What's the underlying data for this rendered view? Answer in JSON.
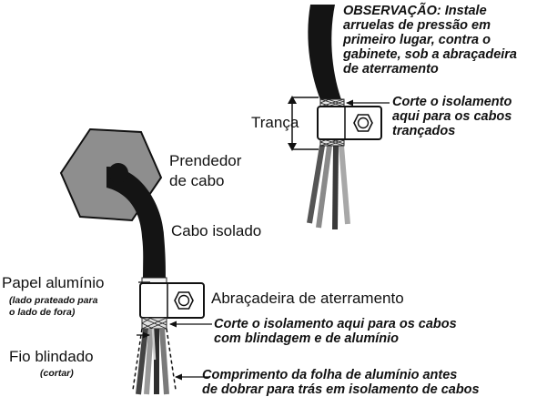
{
  "labels": {
    "observation": [
      "OBSERVAÇÃO: Instale",
      "arruelas de pressão em",
      "primeiro lugar, contra o",
      "gabinete, sob a abraçadeira",
      "de aterramento"
    ],
    "trance": "Trança",
    "cut_braided": [
      "Corte o isolamento",
      "aqui para os cabos",
      "trançados"
    ],
    "cable_holder": [
      "Prendedor",
      "de cabo"
    ],
    "insulated_cable": "Cabo isolado",
    "foil_paper": "Papel alumínio",
    "silver_side_note": [
      "(lado prateado para",
      "o lado de fora)"
    ],
    "ground_clamp": "Abraçadeira de aterramento",
    "cut_shielded": [
      "Corte o isolamento aqui para os cabos",
      "com blindagem e de alumínio"
    ],
    "shield_wire": "Fio blindado",
    "cut_note": "(cortar)",
    "foil_length": [
      "Comprimento da folha de alumínio antes",
      "de dobrar para trás em isolamento de cabos"
    ]
  }
}
